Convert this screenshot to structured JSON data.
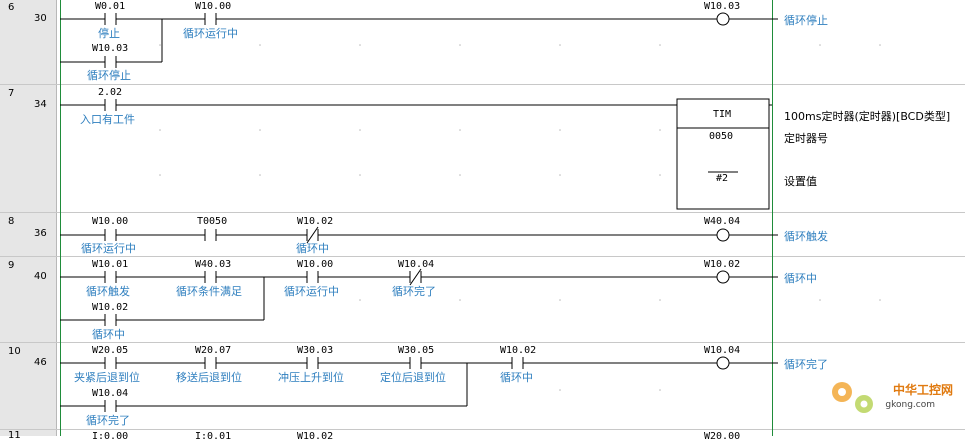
{
  "rungs": [
    {
      "id": "6",
      "addr": "30"
    },
    {
      "id": "7",
      "addr": "34"
    },
    {
      "id": "8",
      "addr": "36"
    },
    {
      "id": "9",
      "addr": "40"
    },
    {
      "id": "10",
      "addr": "46"
    },
    {
      "id": "11",
      "addr": ""
    }
  ],
  "r6": {
    "c1_op": "W0.01",
    "c1_cm": "停止",
    "c2_op": "W10.00",
    "c2_cm": "循环运行中",
    "p1_op": "W10.03",
    "p1_cm": "循环停止",
    "out_op": "W10.03",
    "out_cm": "循环停止"
  },
  "r7": {
    "c1_op": "2.02",
    "c1_cm": "入口有工件",
    "tim_title": "TIM",
    "tim_num": "0050",
    "tim_set": "#2",
    "desc1": "100ms定时器(定时器)[BCD类型]",
    "desc2": "定时器号",
    "desc3": "设置值"
  },
  "r8": {
    "c1_op": "W10.00",
    "c1_cm": "循环运行中",
    "c2_op": "T0050",
    "c3_op": "W10.02",
    "c3_cm": "循环中",
    "out_op": "W40.04",
    "out_cm": "循环触发"
  },
  "r9": {
    "c1_op": "W10.01",
    "c1_cm": "循环触发",
    "c2_op": "W40.03",
    "c2_cm": "循环条件满足",
    "c3_op": "W10.00",
    "c3_cm": "循环运行中",
    "c4_op": "W10.04",
    "c4_cm": "循环完了",
    "p1_op": "W10.02",
    "p1_cm": "循环中",
    "out_op": "W10.02",
    "out_cm": "循环中"
  },
  "r10": {
    "c1_op": "W20.05",
    "c1_cm": "夹紧后退到位",
    "c2_op": "W20.07",
    "c2_cm": "移送后退到位",
    "c3_op": "W30.03",
    "c3_cm": "冲压上升到位",
    "c4_op": "W30.05",
    "c4_cm": "定位后退到位",
    "c5_op": "W10.02",
    "c5_cm": "循环中",
    "p1_op": "W10.04",
    "p1_cm": "循环完了",
    "out_op": "W10.04",
    "out_cm": "循环完了"
  },
  "r11": {
    "c1_op": "I:0.00",
    "c2_op": "I:0.01",
    "c3_op": "W10.02",
    "out_op": "W20.00"
  },
  "watermark": {
    "brand": "中华工控网",
    "site": "gkong.com"
  }
}
